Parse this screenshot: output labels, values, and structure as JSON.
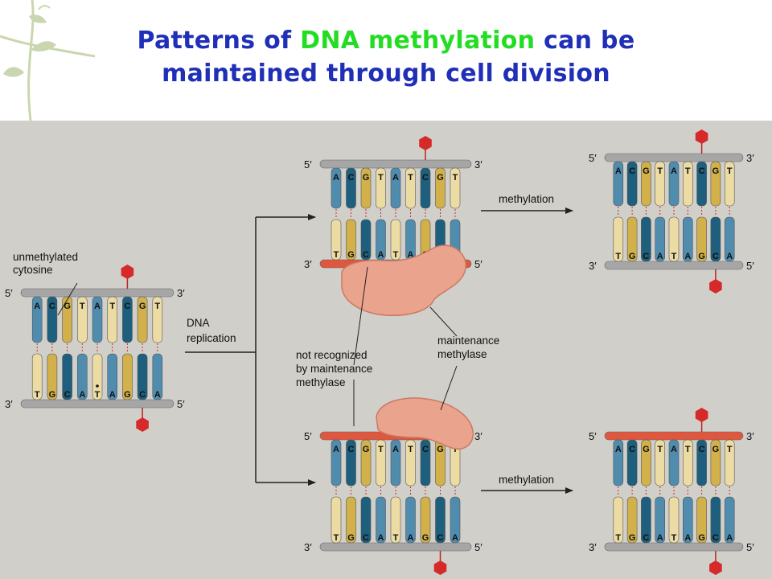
{
  "title": {
    "part1": "Patterns of ",
    "highlight": "DNA methylation",
    "part2": " can be",
    "line2": "maintained through cell division"
  },
  "labels": {
    "unmethylated_line1": "unmethylated",
    "unmethylated_line2": "cytosine",
    "dna_replication_line1": "DNA",
    "dna_replication_line2": "replication",
    "methylation_top": "methylation",
    "methylation_bottom": "methylation",
    "not_recognized_line1": "not recognized",
    "not_recognized_line2": "by maintenance",
    "not_recognized_line3": "methylase",
    "maintenance_line1": "maintenance",
    "maintenance_line2": "methylase"
  },
  "strand_labels": {
    "five_prime": "5′",
    "three_prime": "3′"
  },
  "sequence_top": [
    "A",
    "C",
    "G",
    "T",
    "A",
    "T",
    "C",
    "G",
    "T"
  ],
  "sequence_bottom": [
    "T",
    "G",
    "C",
    "A",
    "T",
    "A",
    "G",
    "C",
    "A"
  ],
  "duplexes": [
    {
      "name": "parent-duplex",
      "top_methyl_index": 6,
      "bottom_methyl_index": 7
    },
    {
      "name": "daughter-top-hemi",
      "top_methyl_index": 6,
      "bottom_methyl_index": null
    },
    {
      "name": "daughter-top-full",
      "top_methyl_index": 6,
      "bottom_methyl_index": 7
    },
    {
      "name": "daughter-bottom-hemi",
      "top_methyl_index": null,
      "bottom_methyl_index": 7
    },
    {
      "name": "daughter-bottom-full",
      "top_methyl_index": 6,
      "bottom_methyl_index": 7
    }
  ],
  "colors": {
    "title": "#1f2fb8",
    "title_highlight": "#22dd22",
    "page_background": "#d4d3cc",
    "old_strand": "#a6a6a6",
    "new_strand": "#e0573f",
    "methyl_group": "#d62a2a",
    "methylase": "#eaa38c",
    "base_A": "#4f8cae",
    "base_C": "#1d5f7c",
    "base_G": "#d2b04a",
    "base_T": "#ecdca4"
  }
}
